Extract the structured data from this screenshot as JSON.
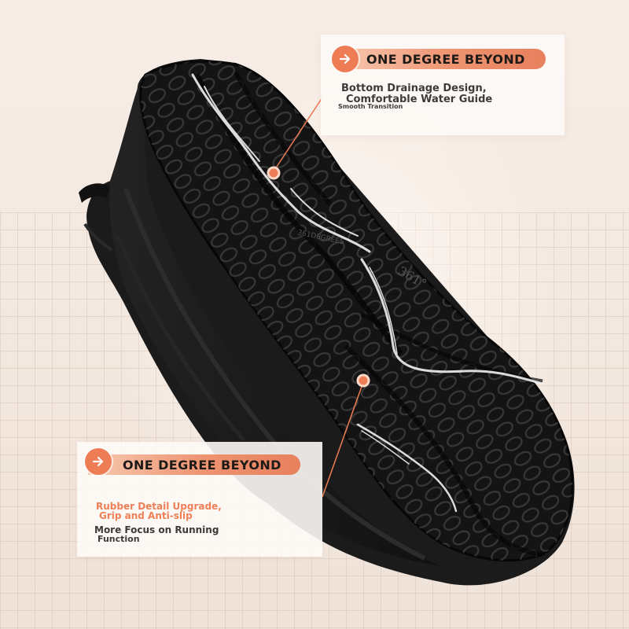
{
  "callout_top": {
    "badge": "ONE DEGREE BEYOND",
    "line1": "Bottom Drainage Design,",
    "line2": "Comfortable Water Guide",
    "sub": "Smooth Transition"
  },
  "callout_bottom": {
    "badge": "ONE DEGREE BEYOND",
    "line1": "Rubber Detail Upgrade,",
    "line2": "Grip and Anti-slip",
    "line3": "More Focus on Running",
    "line4": "Function"
  },
  "sole_marks": {
    "model_number": "361°",
    "brand_text": "361DEGREES"
  },
  "icons": [
    "arrow-right-icon",
    "arrow-right-icon"
  ],
  "colors": {
    "accent": "#ee7c54",
    "pill_gradient_start": "#f7c9b1",
    "pill_gradient_end": "#e7805d",
    "text_dark": "#3f3a38",
    "text_orange": "#ee7f57",
    "sole": "#141414"
  }
}
